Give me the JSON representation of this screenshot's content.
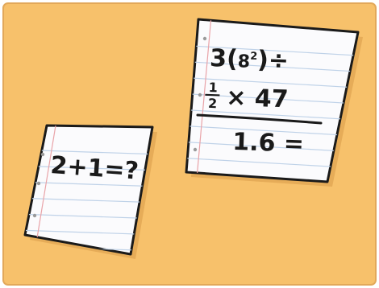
{
  "small_note": {
    "expression": "2+1=?"
  },
  "large_note": {
    "line1_prefix": "3(",
    "line1_power_base": "8",
    "line1_power_exp": "2",
    "line1_suffix": ")÷",
    "fraction_num": "1",
    "fraction_den": "2",
    "line2_rest": "× 47",
    "line3": "1.6 ="
  },
  "colors": {
    "wall": "#F7C16B",
    "wall_shadow": "#E9A955",
    "paper": "#FBFBFD",
    "paper_lines": "#BFD2E8",
    "margin_line": "#E9A3A8",
    "ink": "#1A1A1A"
  }
}
